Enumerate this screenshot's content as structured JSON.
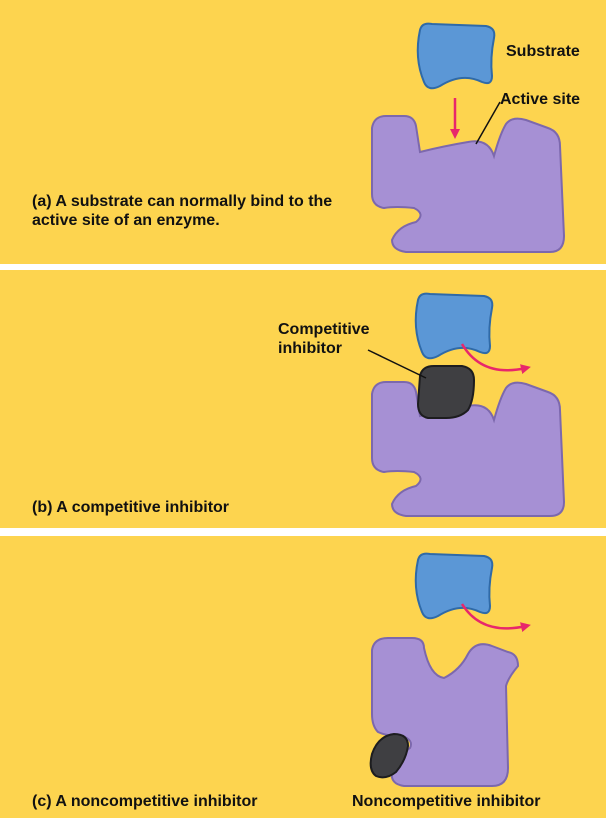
{
  "colors": {
    "background": "#fdd44f",
    "enzyme": "#a690d4",
    "substrate": "#5b97d6",
    "inhibitor": "#3f3f42",
    "arrow": "#e8276b"
  },
  "panels": [
    {
      "caption": "(a) A substrate can normally bind to the active site of an enzyme.",
      "labels": {
        "substrate": "Substrate",
        "active_site": "Active site"
      }
    },
    {
      "caption": "(b) A competitive inhibitor",
      "labels": {
        "inhibitor": "Competitive inhibitor"
      }
    },
    {
      "caption": "(c) A noncompetitive inhibitor",
      "labels": {
        "inhibitor": "Noncompetitive inhibitor"
      }
    }
  ]
}
